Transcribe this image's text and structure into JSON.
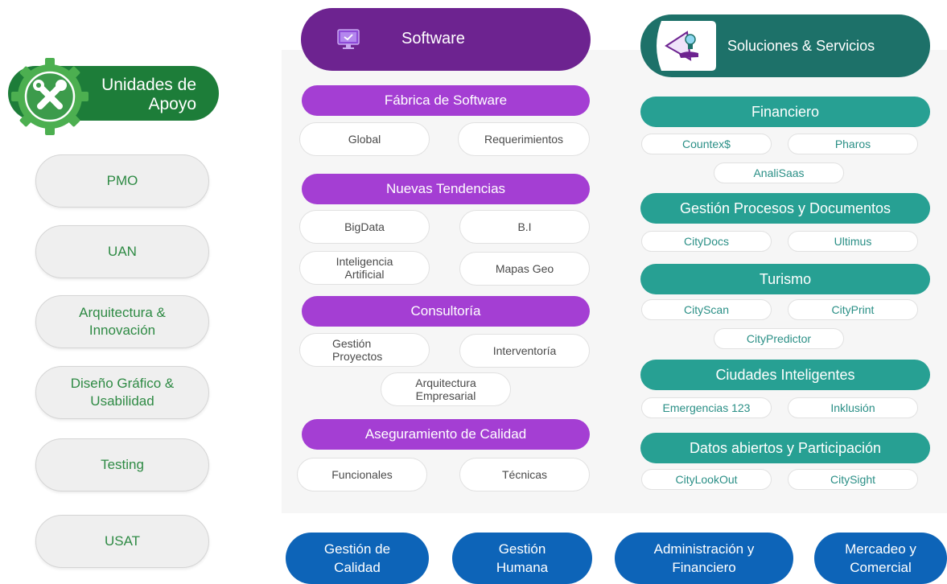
{
  "apoyo": {
    "header": "Unidades de Apoyo",
    "items": [
      "PMO",
      "UAN",
      "Arquitectura & Innovación",
      "Diseño Gráfico & Usabilidad",
      "Testing",
      "USAT"
    ]
  },
  "software": {
    "title": "Software",
    "sections": [
      {
        "title": "Fábrica de Software",
        "items": [
          "Global",
          "Requerimientos"
        ]
      },
      {
        "title": "Nuevas Tendencias",
        "items": [
          "BigData",
          "B.I",
          "Inteligencia Artificial",
          "Mapas Geo"
        ]
      },
      {
        "title": "Consultoría",
        "items": [
          "Gestión Proyectos",
          "Interventoría",
          "Arquitectura Empresarial"
        ]
      },
      {
        "title": "Aseguramiento de Calidad",
        "items": [
          "Funcionales",
          "Técnicas"
        ]
      }
    ]
  },
  "soluciones": {
    "title": "Soluciones & Servicios",
    "sections": [
      {
        "title": "Financiero",
        "items": [
          "Countex$",
          "Pharos",
          "AnaliSaas"
        ]
      },
      {
        "title": "Gestión Procesos y Documentos",
        "items": [
          "CityDocs",
          "Ultimus"
        ]
      },
      {
        "title": "Turismo",
        "items": [
          "CityScan",
          "CityPrint",
          "CityPredictor"
        ]
      },
      {
        "title": "Ciudades Inteligentes",
        "items": [
          "Emergencias 123",
          "Inklusión"
        ]
      },
      {
        "title": "Datos abiertos y Participación",
        "items": [
          "CityLookOut",
          "CitySight"
        ]
      }
    ]
  },
  "bottom": [
    "Gestión de Calidad",
    "Gestión Humana",
    "Administración y Financiero",
    "Mercadeo y Comercial"
  ],
  "colors": {
    "apoyo_green": "#1d7d39",
    "software_purple": "#6d2390",
    "software_category": "#a43ed3",
    "soluciones_teal": "#1d7169",
    "soluciones_category": "#27a093",
    "bottom_blue": "#0d64b8"
  },
  "icons": {
    "apoyo": "tools-gear-icon",
    "software": "monitor-icon",
    "soluciones": "hand-lightbulb-icon"
  }
}
